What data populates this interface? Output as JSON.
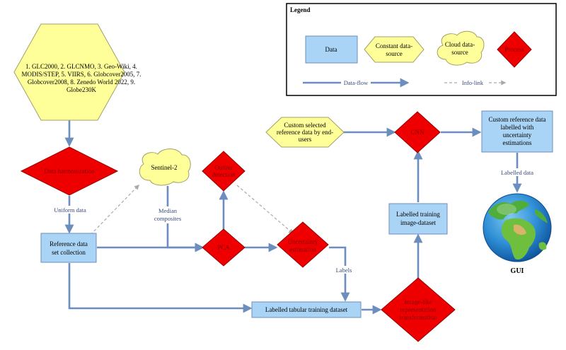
{
  "legend": {
    "title": "Legend",
    "data": "Data",
    "constant": [
      "Constant data-",
      "source"
    ],
    "cloud": [
      "Cloud data-",
      "source"
    ],
    "process": "Process",
    "dataflow": "Data-flow",
    "infolink": "Info-link"
  },
  "nodes": {
    "sources_lines": [
      "1. GLC2000, 2. GLCNMO, 3. Geo-Wiki, 4.",
      "MODIS/STEP, 5. VIIRS, 6. Globcover2005, 7.",
      "Globcover2008, 8. Zenedo World 2022, 9.",
      "Globe230K"
    ],
    "harmonization": "Data harmonization",
    "sentinel": "Sentinel-2",
    "outlier": [
      "Outlier",
      "detection"
    ],
    "reference": [
      "Reference data",
      "set collection"
    ],
    "pca": "PCA",
    "uncertainty": [
      "Uncertainty",
      "estimation"
    ],
    "tabular": "Labelled tabular training dataset",
    "imagelike": [
      "Image-like",
      "representation",
      "transformation"
    ],
    "image_dataset": [
      "Labelled training",
      "image-dataset"
    ],
    "custom_selected": [
      "Custom selected",
      "reference data by end-",
      "users"
    ],
    "cnn": "CNN",
    "custom_ref": [
      "Custom reference data",
      "labelled with",
      "uncertainty",
      "estimations"
    ],
    "gui": "GUI"
  },
  "edges": {
    "uniform": "Uniform data",
    "median": [
      "Median",
      "composites"
    ],
    "labels": "Labels",
    "labelled_data": "Labelled data"
  },
  "colors": {
    "data_fill": "#a9d4f5",
    "data_stroke": "#6c8ebf",
    "yellow_fill": "#ffff99",
    "yellow_stroke": "#a0a06a",
    "red_fill": "#ee0000",
    "flow": "#6c8ebf",
    "info": "#aaaaaa"
  }
}
